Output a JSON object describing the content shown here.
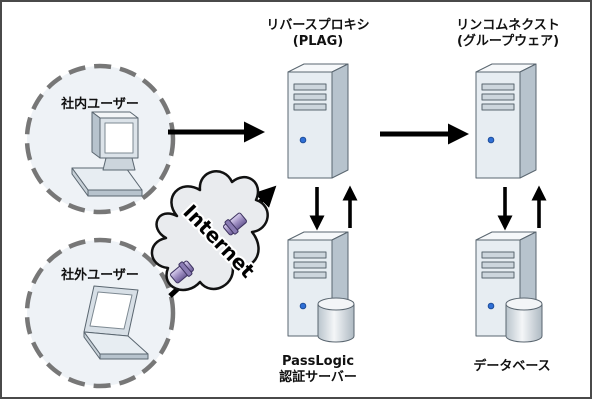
{
  "diagram": {
    "users": {
      "internal": "社内ユーザー",
      "external": "社外ユーザー"
    },
    "network": {
      "internet": "Internet"
    },
    "servers": {
      "reverse_proxy": {
        "line1": "リバースプロキシ",
        "line2": "(PLAG)"
      },
      "groupware": {
        "line1": "リンコムネクスト",
        "line2": "(グループウェア)"
      },
      "passlogic": {
        "line1": "PassLogic",
        "line2": "認証サーバー"
      },
      "database": {
        "line1": "データベース"
      }
    }
  },
  "colors": {
    "frame": "#4a4a4a",
    "user_circle_fill": "#eef2f6",
    "user_circle_dash": "#777777",
    "server_front": "#e7edf2",
    "server_side": "#b7c3cd",
    "server_top": "#f6f8fa",
    "server_outline": "#5a6670",
    "arrow": "#000000",
    "cloud_fill": "#e9ebee",
    "tube": "#9f8fc2"
  },
  "icons": {
    "internal_user": "desktop-computer-icon",
    "external_user": "laptop-icon",
    "internet": "cloud-icon",
    "server": "tower-server-icon",
    "database": "database-cylinder-icon"
  }
}
